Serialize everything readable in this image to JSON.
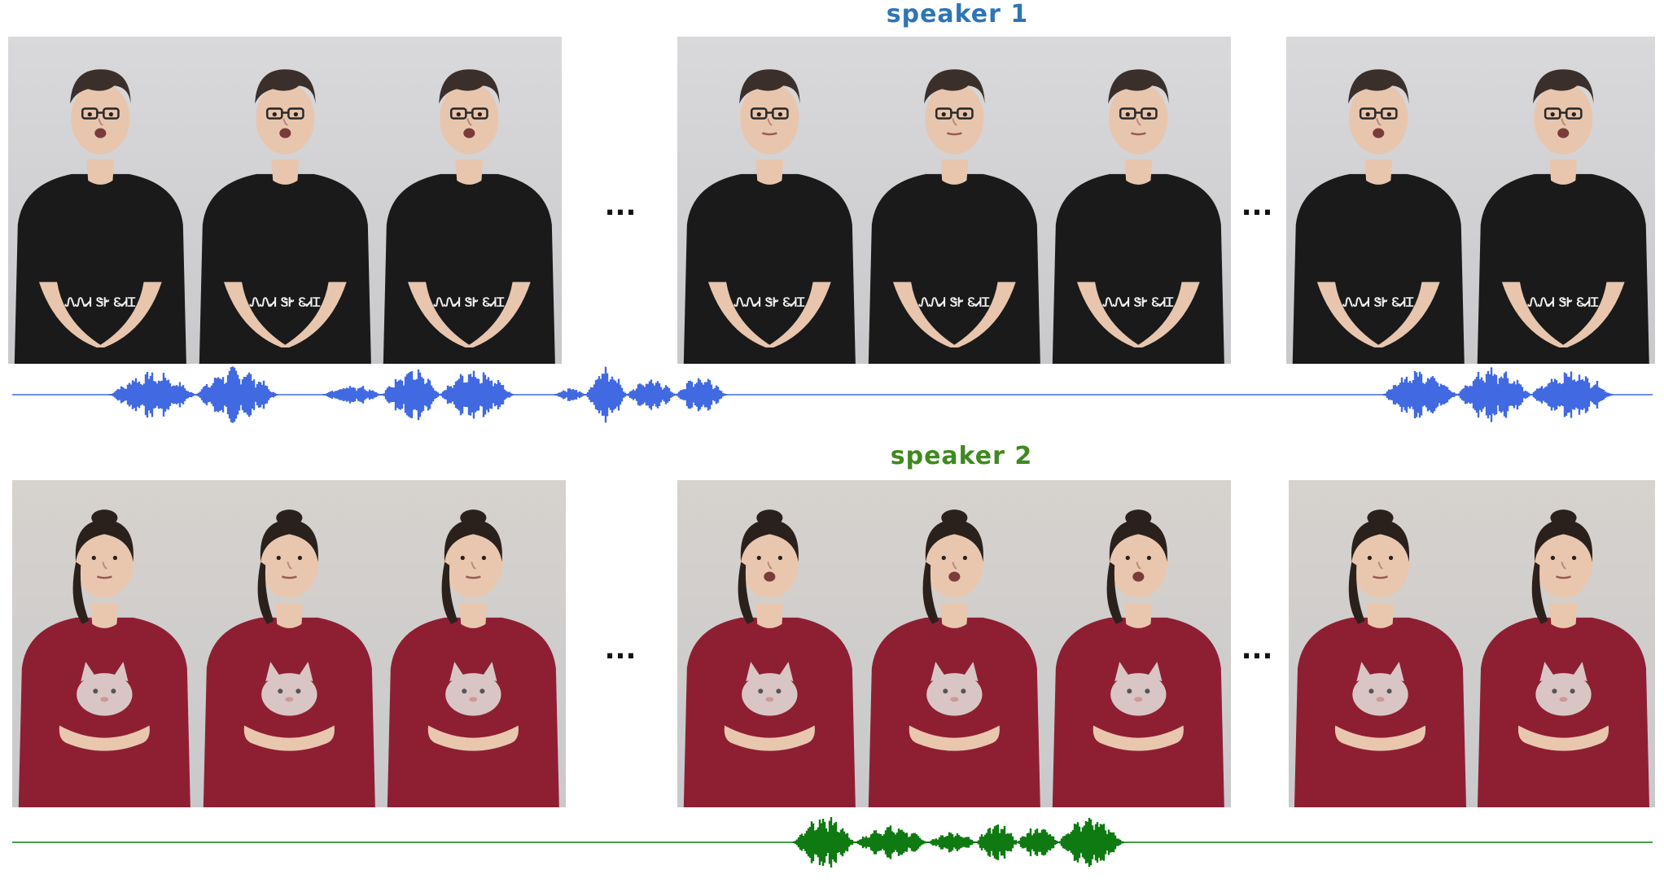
{
  "speakers": [
    {
      "label": "speaker 1",
      "color": "#2e75b6",
      "waveform_color": "#4169e1",
      "ellipsis": [
        "...",
        "..."
      ],
      "frames": {
        "shirt_color": "#1a1a1a",
        "shirt_text": "ᏁᏁᏗ ᏕᎨ ᏋᏗᏆ",
        "skin_color": "#e8c6ae",
        "hair_color": "#3a2f2a",
        "background": "#d9d9db",
        "glasses": true
      }
    },
    {
      "label": "speaker 2",
      "color": "#3f8a1f",
      "waveform_color": "#0f7a12",
      "ellipsis": [
        "...",
        "..."
      ],
      "frames": {
        "shirt_color": "#8e1f33",
        "skin_color": "#e9c7ae",
        "hair_color": "#2a211d",
        "background": "#d6d2cd",
        "glasses": false
      }
    }
  ]
}
